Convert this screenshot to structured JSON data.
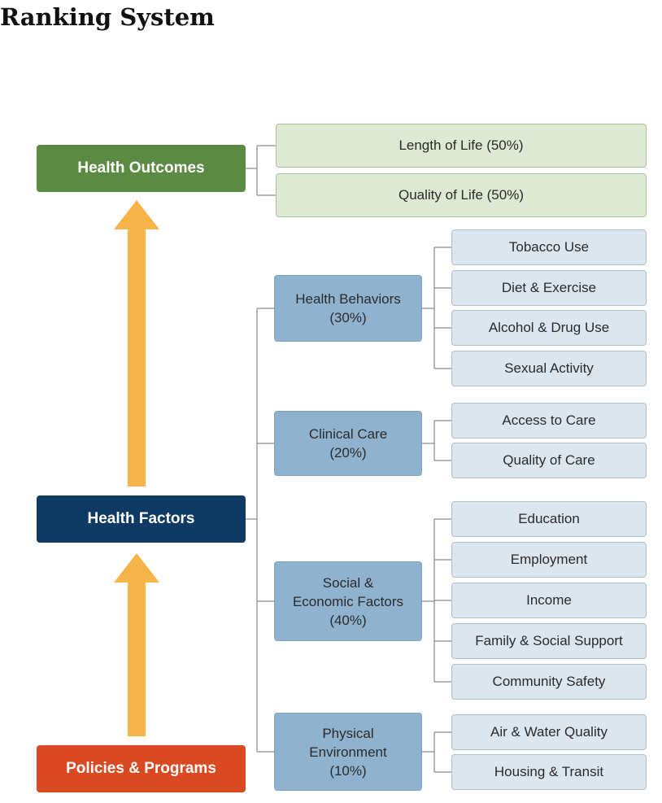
{
  "title": "Ranking System",
  "colors": {
    "outcomes": "#5b8a43",
    "factors": "#0f3a64",
    "policies": "#d94a22",
    "arrow": "#f6b44a",
    "category_fill": "#8fb3cf",
    "item_fill": "#dce6ef",
    "outcome_item_fill": "#dde9d2",
    "connector": "#8a8a8a"
  },
  "main": {
    "outcomes": "Health Outcomes",
    "factors": "Health Factors",
    "policies": "Policies & Programs"
  },
  "outcome_items": [
    "Length of Life (50%)",
    "Quality of Life (50%)"
  ],
  "categories": [
    {
      "label": "Health Behaviors\n(30%)",
      "items": [
        "Tobacco Use",
        "Diet & Exercise",
        "Alcohol & Drug Use",
        "Sexual Activity"
      ]
    },
    {
      "label": "Clinical Care\n(20%)",
      "items": [
        "Access to Care",
        "Quality of Care"
      ]
    },
    {
      "label": "Social &\nEconomic Factors\n(40%)",
      "items": [
        "Education",
        "Employment",
        "Income",
        "Family & Social Support",
        "Community Safety"
      ]
    },
    {
      "label": "Physical\nEnvironment\n(10%)",
      "items": [
        "Air & Water Quality",
        "Housing & Transit"
      ]
    }
  ]
}
